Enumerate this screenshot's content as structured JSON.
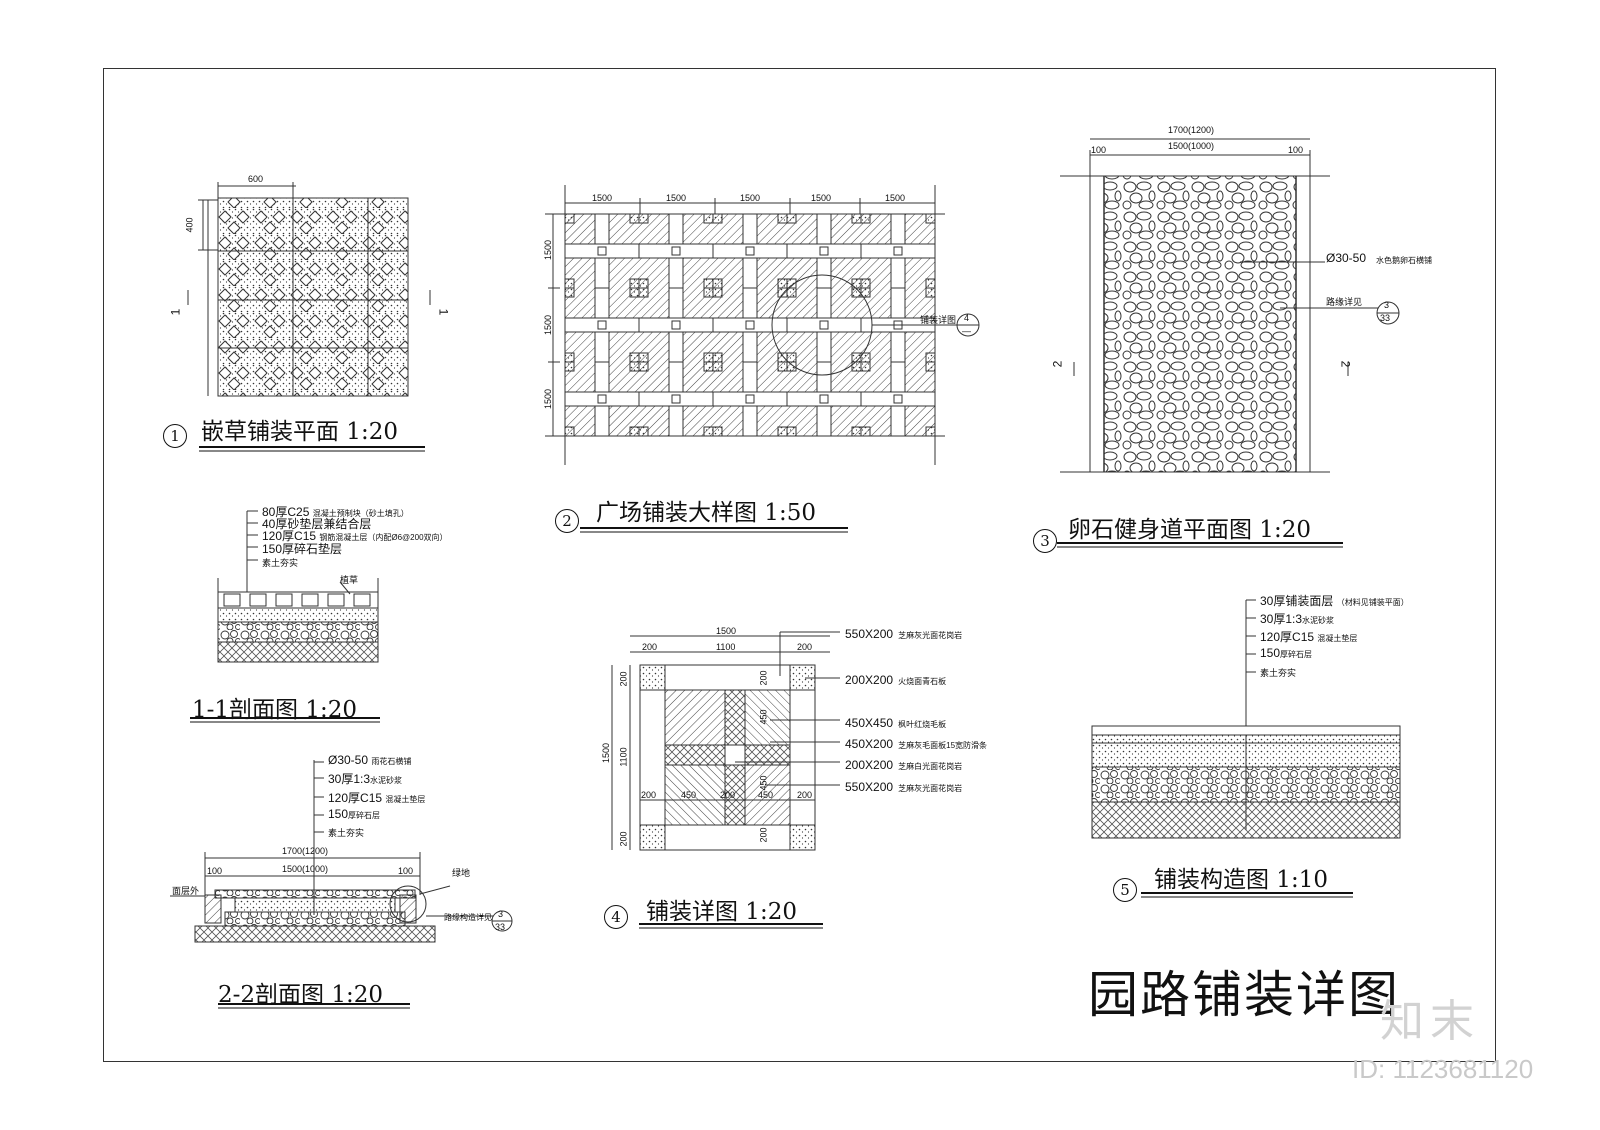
{
  "sheet": {
    "title": "园路铺装详图",
    "id_label": "ID: 1123681120",
    "logo": "知末"
  },
  "panels": {
    "p1": {
      "number": "1",
      "title": "嵌草铺装平面 1:20",
      "dim_width": "600",
      "dim_height": "400",
      "cut_left": "1",
      "cut_right": "1"
    },
    "p2": {
      "number": "2",
      "title": "广场铺装大样图 1:50",
      "dims_top": [
        "1500",
        "1500",
        "1500",
        "1500",
        "1500"
      ],
      "dims_left": [
        "1500",
        "1500",
        "1500"
      ],
      "callout": "铺装详图",
      "callout_ref_top": "4",
      "callout_ref_bottom": "—"
    },
    "p3": {
      "number": "3",
      "title": "卵石健身道平面图 1:20",
      "dim_total": "1700(1200)",
      "dim_inner": "1500(1000)",
      "dim_side_l": "100",
      "dim_side_r": "100",
      "note_pebble": "Ø30-50",
      "note_pebble_sub": "水色鹅卵石横铺",
      "note_curb": "路缘详见",
      "ref_top": "3",
      "ref_bottom": "33",
      "cut_left": "2",
      "cut_right": "2"
    },
    "s11": {
      "title": "1-1剖面图 1:20",
      "layers": [
        {
          "main": "80厚C25",
          "sub": "混凝土预制块（砂土填孔）"
        },
        {
          "main": "40厚砂垫层兼结合层",
          "sub": ""
        },
        {
          "main": "120厚C15",
          "sub": "钢筋混凝土层（内配Ø6@200双向）"
        },
        {
          "main": "150厚碎石垫层",
          "sub": ""
        },
        {
          "main": "素土夯实",
          "sub": ""
        }
      ],
      "grass_label": "植草"
    },
    "s22": {
      "title": "2-2剖面图 1:20",
      "layers": [
        {
          "main": "Ø30-50",
          "sub": "雨花石横铺"
        },
        {
          "main": "30厚1:3",
          "sub": "水泥砂浆"
        },
        {
          "main": "120厚C15",
          "sub": "混凝土垫层"
        },
        {
          "main": "150",
          "sub": "厚碎石层"
        },
        {
          "main": "素土夯实",
          "sub": ""
        }
      ],
      "dim_total": "1700(1200)",
      "dim_inner": "1500(1000)",
      "dim_side_l": "100",
      "dim_side_r": "100",
      "green_label": "绿地",
      "curb_label": "路缘构造详见",
      "ref_top": "3",
      "ref_bottom": "33",
      "left_label": "面层外"
    },
    "p4": {
      "number": "4",
      "title": "铺装详图 1:20",
      "dim_total": "1500",
      "dims_top": [
        "200",
        "1100",
        "200"
      ],
      "dims_left": [
        "200",
        "1100",
        "200"
      ],
      "dim_left_total": "1500",
      "dims_mid": [
        "200",
        "450",
        "200",
        "450",
        "200"
      ],
      "dim_inner_v": [
        "200",
        "450",
        "450",
        "200"
      ],
      "materials": [
        {
          "size": "550X200",
          "desc": "芝麻灰光面花岗岩"
        },
        {
          "size": "200X200",
          "desc": "火烧面青石板"
        },
        {
          "size": "450X450",
          "desc": "枫叶红烧毛板"
        },
        {
          "size": "450X200",
          "desc": "芝麻灰毛面板15宽防滑条"
        },
        {
          "size": "200X200",
          "desc": "芝麻白光面花岗岩"
        },
        {
          "size": "550X200",
          "desc": "芝麻灰光面花岗岩"
        }
      ]
    },
    "p5": {
      "number": "5",
      "title": "铺装构造图 1:10",
      "layers": [
        {
          "main": "30厚铺装面层",
          "sub": "（材料见铺装平面）"
        },
        {
          "main": "30厚1:3",
          "sub": "水泥砂浆"
        },
        {
          "main": "120厚C15",
          "sub": "混凝土垫层"
        },
        {
          "main": "150",
          "sub": "厚碎石层"
        },
        {
          "main": "素土夯实",
          "sub": ""
        }
      ]
    }
  }
}
